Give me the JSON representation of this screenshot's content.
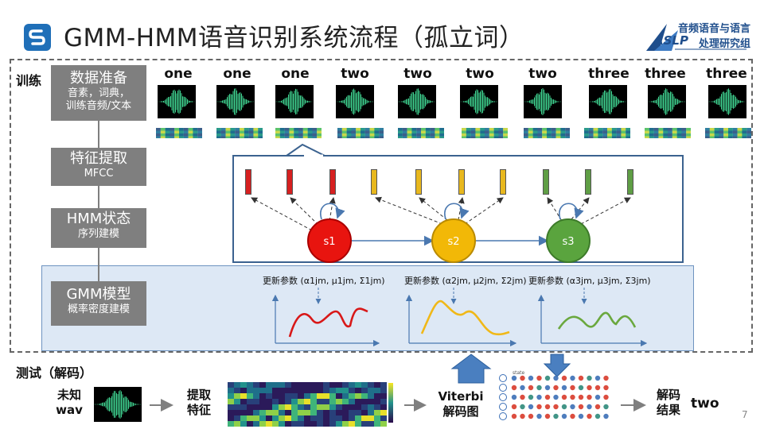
{
  "title": "GMM-HMM语音识别系统流程（孤立词）",
  "logo": {
    "zh": "音频语音与语言",
    "en": "ASLP",
    "zh2": "处理研究组"
  },
  "training": {
    "label": "训练",
    "stages": [
      {
        "title": "数据准备",
        "sub1": "音素，词典，",
        "sub2": "训练音频/文本"
      },
      {
        "title": "特征提取",
        "sub1": "MFCC"
      },
      {
        "title": "HMM状态",
        "sub1": "序列建模"
      },
      {
        "title": "GMM模型",
        "sub1": "概率密度建模"
      }
    ],
    "words": [
      "one",
      "one",
      "one",
      "two",
      "two",
      "two",
      "two",
      "three",
      "three",
      "three"
    ],
    "states": [
      {
        "label": "s1",
        "color": "#e8140f"
      },
      {
        "label": "s2",
        "color": "#f2b807"
      },
      {
        "label": "s3",
        "color": "#5aa43e"
      }
    ],
    "frame_colors": [
      "#d62020",
      "#d62020",
      "#d62020",
      "#e8b81e",
      "#e8b81e",
      "#e8b81e",
      "#e8b81e",
      "#5f9e45",
      "#5f9e45",
      "#5f9e45"
    ],
    "gmm_captions": [
      {
        "prefix": "更新参数",
        "params": "(α1jm, μ1jm, Σ1jm)"
      },
      {
        "prefix": "更新参数",
        "params": "(α2jm, μ2jm, Σ2jm)"
      },
      {
        "prefix": "更新参数",
        "params": "(α3jm, μ3jm, Σ3jm)"
      }
    ],
    "gmm_colors": [
      "#d81818",
      "#f0b818",
      "#6aa83e"
    ]
  },
  "testing": {
    "label": "测试（解码）",
    "input_line1": "未知",
    "input_line2": "wav",
    "extract_line1": "提取",
    "extract_line2": "特征",
    "viterbi_line1": "Viterbi",
    "viterbi_line2": "解码图",
    "result_line1": "解码",
    "result_line2": "结果",
    "result_word": "two",
    "trellis_axis": "state"
  },
  "page_number": "7"
}
